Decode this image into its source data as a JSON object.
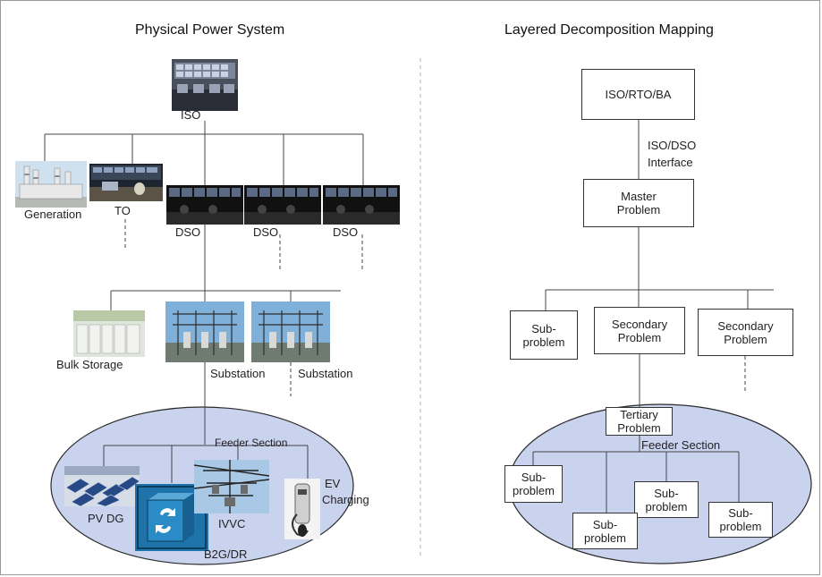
{
  "left": {
    "title": "Physical Power System",
    "iso_label": "ISO",
    "generation_label": "Generation",
    "to_label": "TO",
    "dso_labels": [
      "DSO",
      "DSO",
      "DSO"
    ],
    "bulk_storage_label": "Bulk Storage",
    "substation_labels": [
      "Substation",
      "Substation"
    ],
    "feeder_label": "Feeder Section",
    "pv_label": "PV DG",
    "ivvc_label": "IVVC",
    "ev_label_1": "EV",
    "ev_label_2": "Charging",
    "b2g_label": "B2G/DR"
  },
  "right": {
    "title": "Layered Decomposition Mapping",
    "iso_box": "ISO/RTO/BA",
    "interface_1": "ISO/DSO",
    "interface_2": "Interface",
    "master_1": "Master",
    "master_2": "Problem",
    "sub_a_1": "Sub-",
    "sub_a_2": "problem",
    "secondary_a_1": "Secondary",
    "secondary_a_2": "Problem",
    "secondary_b_1": "Secondary",
    "secondary_b_2": "Problem",
    "tertiary_1": "Tertiary",
    "tertiary_2": "Problem",
    "feeder_label": "Feeder Section",
    "feeder_subs": [
      {
        "l1": "Sub-",
        "l2": "problem"
      },
      {
        "l1": "Sub-",
        "l2": "problem"
      },
      {
        "l1": "Sub-",
        "l2": "problem"
      },
      {
        "l1": "Sub-",
        "l2": "problem"
      }
    ]
  },
  "colors": {
    "ellipse_fill": "#c9d3ee",
    "ellipse_stroke": "#2b2b2b",
    "line": "#444444",
    "dashed_divider": "#b0b0b0"
  }
}
